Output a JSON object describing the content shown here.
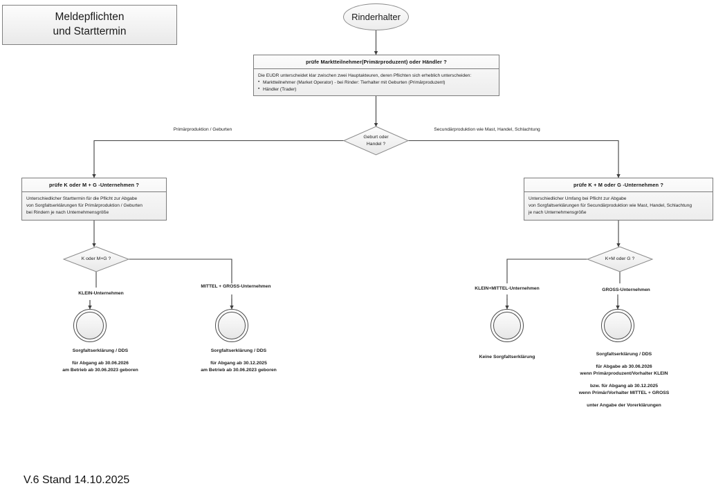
{
  "meta": {
    "title_box": "Meldepflichten\nund Starttermin",
    "title_line1": "Meldepflichten",
    "title_line2": "und Starttermin",
    "footer": "V.6 Stand 14.10.2025"
  },
  "colors": {
    "node_border": "#7a7a7a",
    "node_fill_top": "#fcfcfc",
    "node_fill_bottom": "#ededed",
    "connector": "#3f3f3f",
    "text": "#1b1b1b"
  },
  "flow": {
    "start": {
      "label": "Rinderhalter"
    },
    "process_main": {
      "header": "prüfe Marktteilnehmer(Primärproduzent) oder Händler ?",
      "intro": "Die EUDR unterscheidet klar zwischen zwei Hauptakteuren, deren Pflichten sich erheblich unterscheiden:",
      "bullets": [
        "Marktteilnehmer (Market Operator)  -  bei Rinder: Tierhalter mit Geburten (Primärproduzent)",
        "Händler (Trader)"
      ]
    },
    "decision_main": {
      "line1": "Geburt oder",
      "line2": "Handel ?",
      "branch_left_label": "Primärproduktion / Geburten",
      "branch_right_label": "Secundärproduktion wie Mast, Handel, Schlachtung"
    },
    "process_left": {
      "header": "prüfe K oder M + G -Unternehmen ?",
      "lines": [
        "Unterschiedlicher Starttermin für die Pflicht zur Abgabe",
        "von Sorgfaltserklärungen für Primärproduktion / Geburten",
        "bei Rindern je nach Unternehmensgröße"
      ]
    },
    "process_right": {
      "header": "prüfe K + M oder G -Unternehmen ?",
      "lines": [
        "Unterschiedlicher Umfang bei Pflicht zur Abgabe",
        "von Sorgfaltserklärungen für Secundärproduktion wie Mast, Handel, Schlachtung",
        "je nach Unternehmensgröße"
      ]
    },
    "decision_left": {
      "label": "K oder M+G ?"
    },
    "decision_right": {
      "label": "K+M oder G ?"
    },
    "branches": {
      "left_small": "KLEIN-Unternehmen",
      "left_medium_large": "MITTEL + GROSS-Unternehmen",
      "right_small_medium": "KLEIN+MITTEL-Unternehmen",
      "right_large": "GROSS-Unternehmen"
    },
    "outcomes": [
      {
        "id": "outcome-klein",
        "title": "Sorgfaltserklärung / DDS",
        "lines": [
          "für Abgang ab 30.06.2026",
          "am Betrieb ab 30.06.2023 geboren"
        ]
      },
      {
        "id": "outcome-mittel-gross",
        "title": "Sorgfaltserklärung / DDS",
        "lines": [
          "für Abgang ab 30.12.2025",
          "am Betrieb ab 30.06.2023 geboren"
        ]
      },
      {
        "id": "outcome-keine",
        "title": "Keine Sorgfaltserklärung",
        "lines": []
      },
      {
        "id": "outcome-gross",
        "title": "Sorgfaltserklärung / DDS",
        "lines": [
          "für Abgabe ab 30.06.2026",
          "wenn Primärproduzent/Vorhalter KLEIN",
          "bzw. für Abgang ab  30.12.2025",
          "wenn Primär/Vorhalter MITTEL + GROSS",
          "unter Angabe der Vorerklärungen"
        ]
      }
    ]
  }
}
